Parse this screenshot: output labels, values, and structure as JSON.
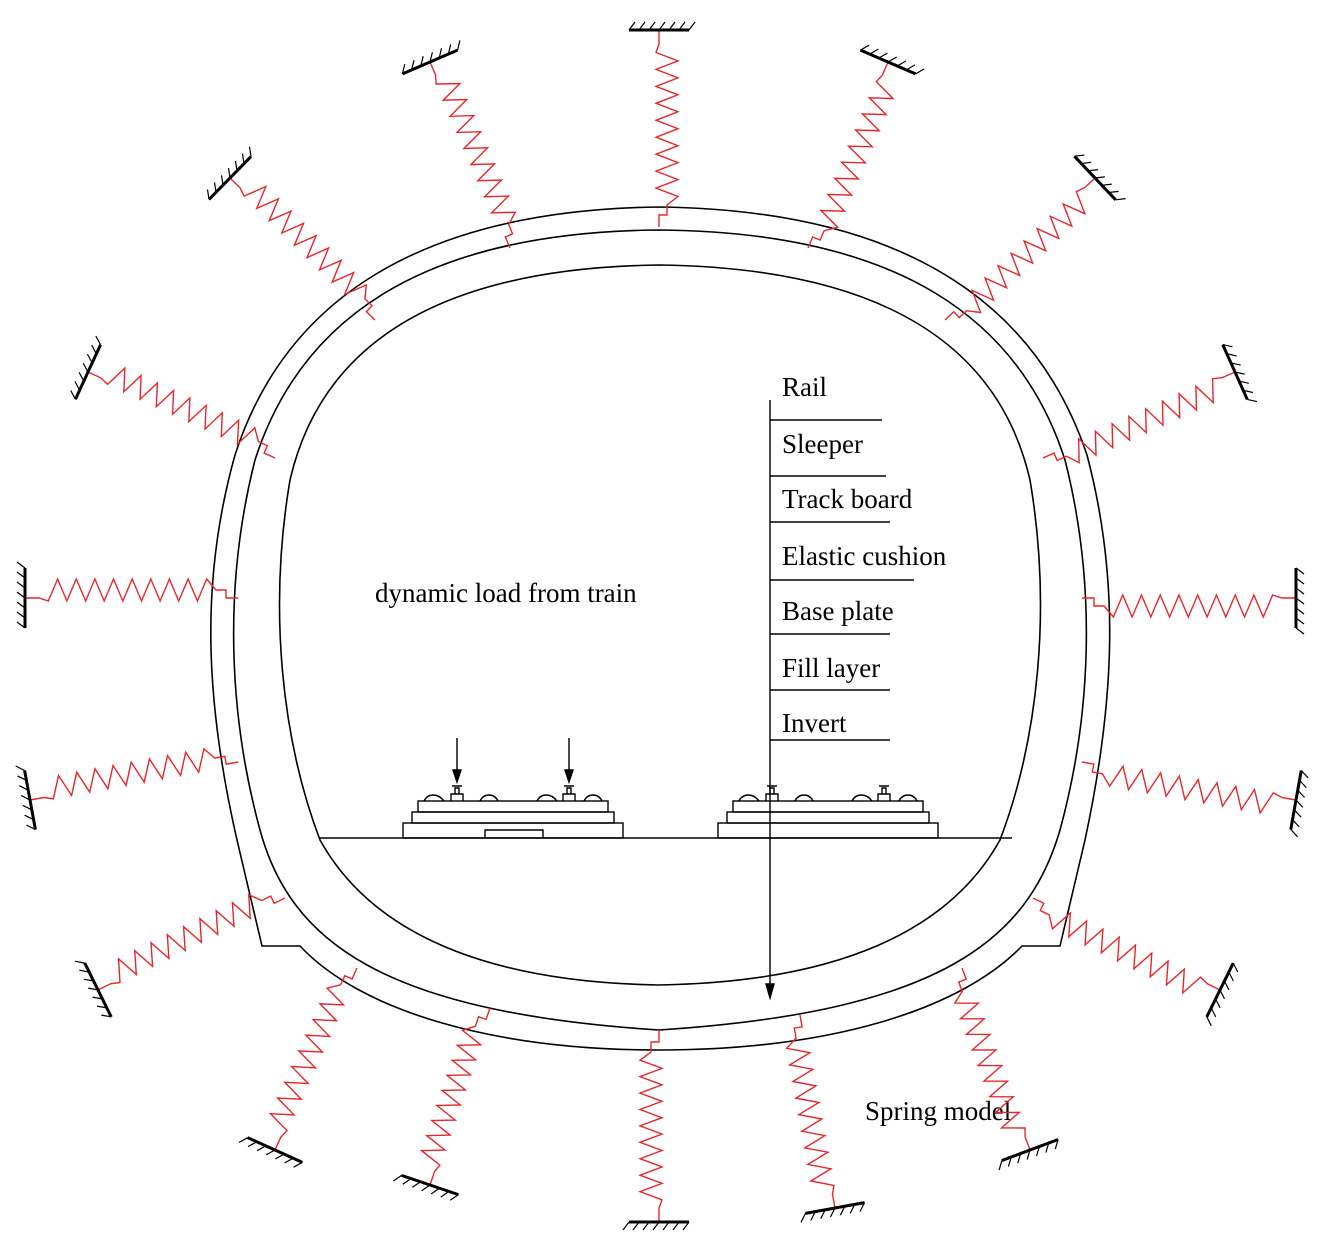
{
  "diagram": {
    "load_label": "dynamic load from train",
    "spring_label": "Spring model",
    "layers": [
      "Rail",
      "Sleeper",
      "Track board",
      "Elastic cushion",
      "Base plate",
      "Fill layer",
      "Invert"
    ],
    "colors": {
      "line": "#000000",
      "spring": "#e8262a"
    }
  }
}
